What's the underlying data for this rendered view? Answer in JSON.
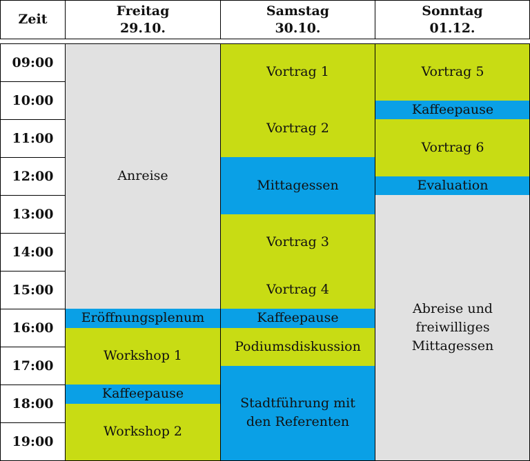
{
  "header": {
    "time_label": "Zeit",
    "days": [
      {
        "name": "Freitag",
        "date": "29.10."
      },
      {
        "name": "Samstag",
        "date": "30.10."
      },
      {
        "name": "Sonntag",
        "date": "01.12."
      }
    ]
  },
  "times": [
    "09:00",
    "10:00",
    "11:00",
    "12:00",
    "13:00",
    "14:00",
    "15:00",
    "16:00",
    "17:00",
    "18:00",
    "19:00"
  ],
  "schedule": {
    "friday": [
      {
        "label": "Anreise",
        "start": "09:00",
        "end": "16:00",
        "kind": "gray"
      },
      {
        "label": "Eröffnungsplenum",
        "start": "16:00",
        "end": "16:30",
        "kind": "blue"
      },
      {
        "label": "Workshop 1",
        "start": "16:30",
        "end": "18:00",
        "kind": "green"
      },
      {
        "label": "Kaffeepause",
        "start": "18:00",
        "end": "18:30",
        "kind": "blue"
      },
      {
        "label": "Workshop 2",
        "start": "18:30",
        "end": "20:00",
        "kind": "green"
      }
    ],
    "saturday": [
      {
        "label": "Vortrag 1",
        "start": "09:00",
        "end": "10:30",
        "kind": "green"
      },
      {
        "label": "Vortrag 2",
        "start": "10:30",
        "end": "12:00",
        "kind": "green"
      },
      {
        "label": "Mittagessen",
        "start": "12:00",
        "end": "13:30",
        "kind": "blue"
      },
      {
        "label": "Vortrag 3",
        "start": "13:30",
        "end": "15:00",
        "kind": "green"
      },
      {
        "label": "Vortrag 4",
        "start": "15:00",
        "end": "16:00",
        "kind": "green"
      },
      {
        "label": "Kaffeepause",
        "start": "16:00",
        "end": "16:30",
        "kind": "blue"
      },
      {
        "label": "Podiumsdiskussion",
        "start": "16:30",
        "end": "17:30",
        "kind": "green"
      },
      {
        "label": "Stadtführung mit den Referenten",
        "start": "17:30",
        "end": "20:00",
        "kind": "blue"
      }
    ],
    "sunday": [
      {
        "label": "Vortrag 5",
        "start": "09:00",
        "end": "10:30",
        "kind": "green"
      },
      {
        "label": "Kaffeepause",
        "start": "10:30",
        "end": "11:00",
        "kind": "blue"
      },
      {
        "label": "Vortrag 6",
        "start": "11:00",
        "end": "12:30",
        "kind": "green"
      },
      {
        "label": "Evaluation",
        "start": "12:30",
        "end": "13:00",
        "kind": "blue"
      },
      {
        "label": "Abreise und freiwilliges Mittagessen",
        "start": "13:00",
        "end": "20:00",
        "kind": "gray"
      }
    ]
  },
  "colors": {
    "green": "#c8dc14",
    "blue": "#0aa0e6",
    "gray": "#e1e1e1"
  }
}
